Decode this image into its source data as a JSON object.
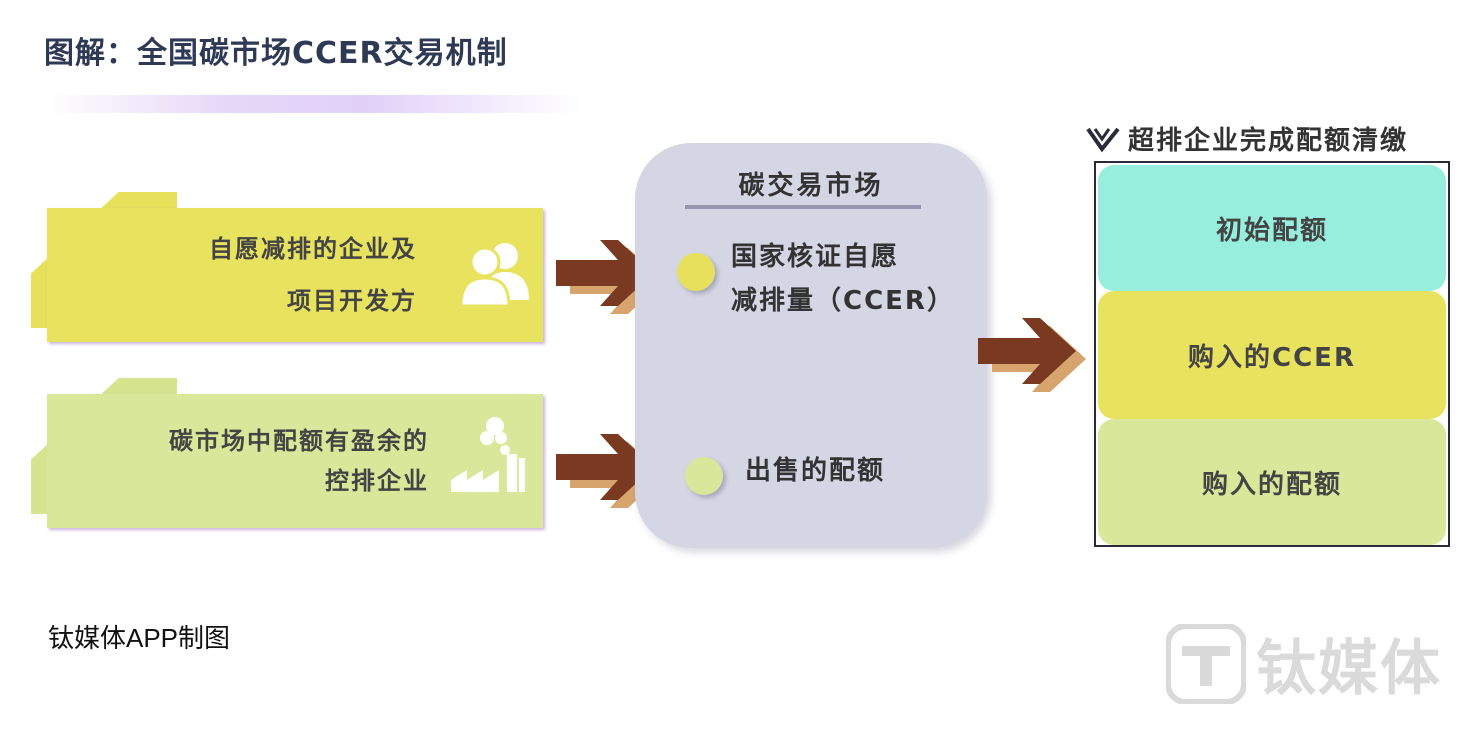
{
  "title": "图解：全国碳市场CCER交易机制",
  "sources": [
    {
      "lines": [
        "自愿减排的企业及",
        "项目开发方"
      ],
      "icon": "people-icon"
    },
    {
      "lines": [
        "碳市场中配额有盈余的",
        "控排企业"
      ],
      "icon": "factory-icon"
    }
  ],
  "market": {
    "title": "碳交易市场",
    "items": [
      {
        "lines": [
          "国家核证自愿",
          "减排量（CCER）"
        ]
      },
      {
        "lines": [
          "出售的配额"
        ]
      }
    ]
  },
  "outcome": {
    "heading": "超排企业完成配额清缴",
    "segments": [
      "初始配额",
      "购入的CCER",
      "购入的配额"
    ]
  },
  "credit": "钛媒体APP制图",
  "watermark": "钛媒体",
  "colors": {
    "title": "#2e3a55",
    "yellow": "#e8e35e",
    "light_green": "#d9e79a",
    "mint": "#98eedc",
    "panel": "#d4d6e4",
    "arrow_dark": "#7a3a22",
    "arrow_light": "#d6a46c"
  }
}
